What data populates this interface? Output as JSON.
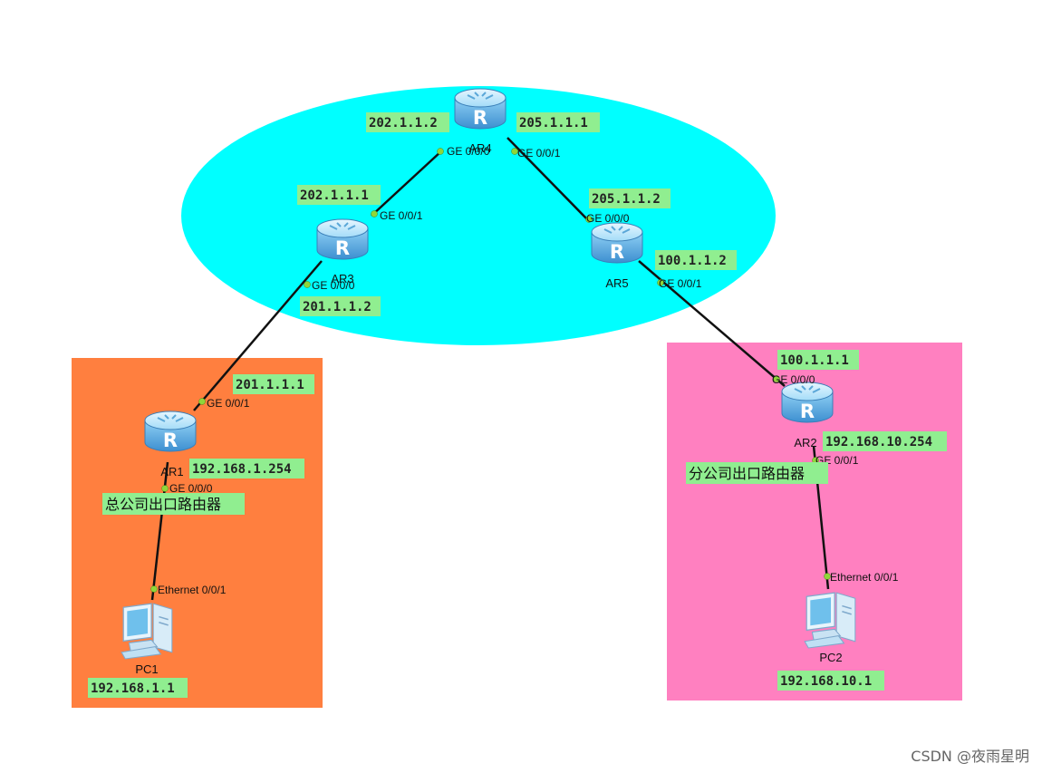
{
  "devices": {
    "ar1": {
      "name": "AR1"
    },
    "ar2": {
      "name": "AR2"
    },
    "ar3": {
      "name": "AR3"
    },
    "ar4": {
      "name": "AR4"
    },
    "ar5": {
      "name": "AR5"
    },
    "pc1": {
      "name": "PC1"
    },
    "pc2": {
      "name": "PC2"
    }
  },
  "interfaces": {
    "ar4_g000": "GE 0/0/0",
    "ar4_g001": "GE 0/0/1",
    "ar3_g001": "GE 0/0/1",
    "ar3_g000": "GE 0/0/0",
    "ar5_g000": "GE 0/0/0",
    "ar5_g001": "GE 0/0/1",
    "ar1_g001": "GE 0/0/1",
    "ar1_g000": "GE 0/0/0",
    "ar2_g000": "GE 0/0/0",
    "ar2_g001": "GE 0/0/1",
    "pc1_eth": "Ethernet 0/0/1",
    "pc2_eth": "Ethernet 0/0/1"
  },
  "ips": {
    "ar4_left": "202.1.1.2",
    "ar4_right": "205.1.1.1",
    "ar3_top": "202.1.1.1",
    "ar3_bottom": "201.1.1.2",
    "ar5_top": "205.1.1.2",
    "ar5_right": "100.1.1.2",
    "ar1_top": "201.1.1.1",
    "ar1_lan": "192.168.1.254",
    "ar2_top": "100.1.1.1",
    "ar2_lan": "192.168.10.254",
    "pc1": "192.168.1.1",
    "pc2": "192.168.10.1"
  },
  "zones": {
    "hq_label": "总公司出口路由器",
    "branch_label": "分公司出口路由器",
    "hq_color": "#ff7f3f",
    "branch_color": "#ff80c0",
    "isp_color": "#00ffff",
    "ip_label_bg": "#90ee90"
  },
  "watermark": "CSDN @夜雨星明"
}
